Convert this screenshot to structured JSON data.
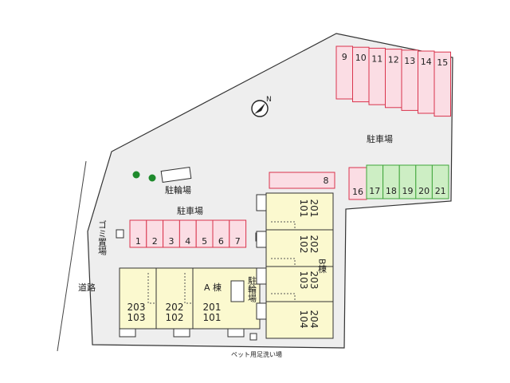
{
  "labels": {
    "road": "道路",
    "garbage": "ゴミ置場",
    "bike_top": "駐輪場",
    "bike_right": "駐輪場",
    "parking_top_right": "駐車場",
    "parking_left": "駐車場",
    "pet_wash": "ペット用足洗い場",
    "building_a": "A 棟",
    "building_b": "B棟"
  },
  "parking": {
    "row_top": [
      "9",
      "10",
      "11",
      "12",
      "13",
      "14",
      "15"
    ],
    "row_green": [
      "17",
      "18",
      "19",
      "20",
      "21"
    ],
    "space_16": "16",
    "space_8": "8",
    "row_left": [
      "1",
      "2",
      "3",
      "4",
      "5",
      "6",
      "7"
    ]
  },
  "building_a_units": [
    {
      "upper": "203",
      "lower": "103"
    },
    {
      "upper": "202",
      "lower": "102"
    },
    {
      "upper": "201",
      "lower": "101"
    }
  ],
  "building_b_units": [
    {
      "upper": "201",
      "lower": "101"
    },
    {
      "upper": "202",
      "lower": "102"
    },
    {
      "upper": "203",
      "lower": "103"
    },
    {
      "upper": "204",
      "lower": "104"
    }
  ],
  "colors": {
    "site": "#eeeeee",
    "parking_fill": "#fbdde4",
    "parking_stroke": "#d9344d",
    "green_fill": "#cdeec4",
    "green_stroke": "#3fa53a",
    "building": "#fbf9cf",
    "tree": "#1e8a2c"
  },
  "icons": [
    "compass-icon",
    "tree-icon"
  ]
}
